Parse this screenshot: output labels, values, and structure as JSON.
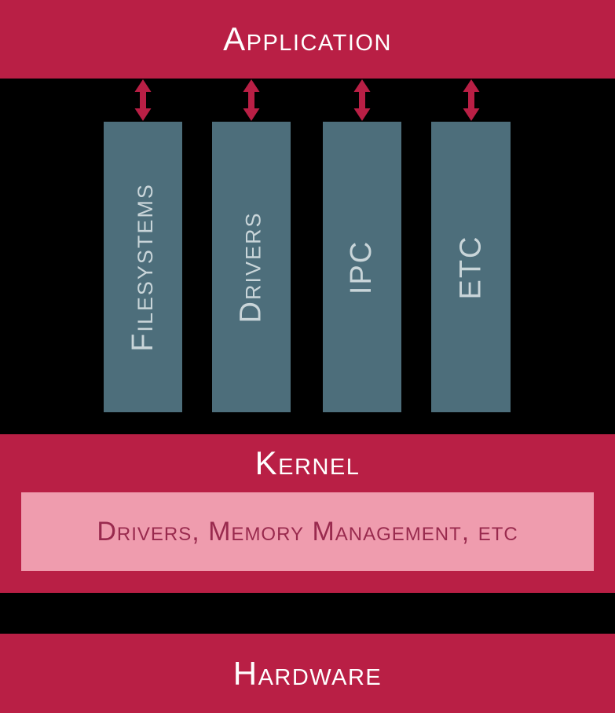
{
  "diagram": {
    "title_semantic": "os-kernel-architecture-diagram",
    "application": {
      "label": "Application"
    },
    "modules": [
      {
        "label": "Filesystems"
      },
      {
        "label": "Drivers"
      },
      {
        "label": "IPC"
      },
      {
        "label": "ETC"
      }
    ],
    "kernel": {
      "label": "Kernel",
      "contents": "Drivers, Memory Management, etc"
    },
    "hardware": {
      "label": "Hardware"
    },
    "arrows": {
      "icon": "double-headed-vertical-arrow-icon",
      "count": 4,
      "meaning": "bidirectional communication between Application and each module"
    },
    "colors": {
      "band_crimson": "#B91F45",
      "background_black": "#000000",
      "module_teal": "#4D6E7B",
      "module_text": "#C9D5D9",
      "kernel_box_pink": "#EF9CAE",
      "kernel_box_text": "#992A4E",
      "band_text": "#FFFFFF"
    }
  }
}
